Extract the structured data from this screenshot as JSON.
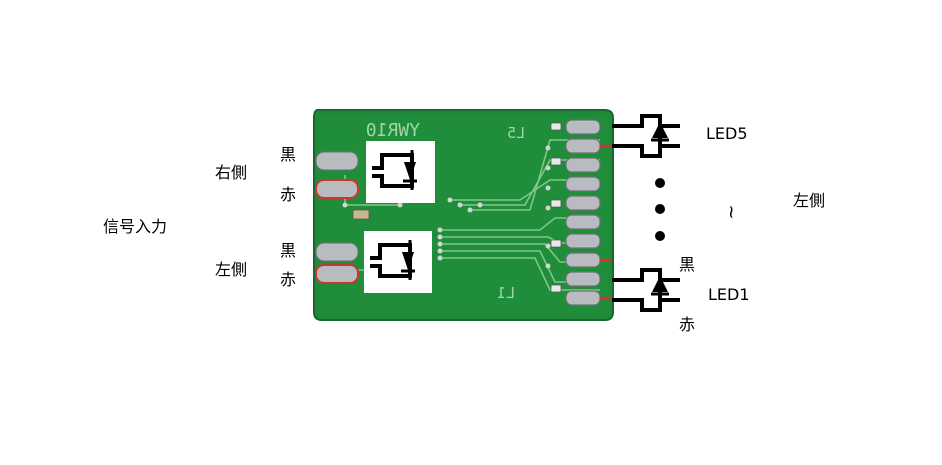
{
  "labels": {
    "signal_input": "信号入力",
    "right_side": "右側",
    "left_side_input": "左側",
    "black_top": "黒",
    "red_top": "赤",
    "black_mid": "黒",
    "red_mid": "赤",
    "led5": "LED5",
    "led1": "LED1",
    "left_side_output": "左側",
    "black_led1": "黒",
    "red_led1": "赤",
    "tilde": "~"
  },
  "board": {
    "silkscreen_main": "YWR10",
    "silkscreen_l5": "L5",
    "silkscreen_l1": "L1"
  },
  "colors": {
    "pcb_green": "#1f8a3a",
    "pcb_dark": "#136a2a",
    "trace": "#7fc88a",
    "solder": "#b8bcc0",
    "wire_red": "#d0342c"
  }
}
